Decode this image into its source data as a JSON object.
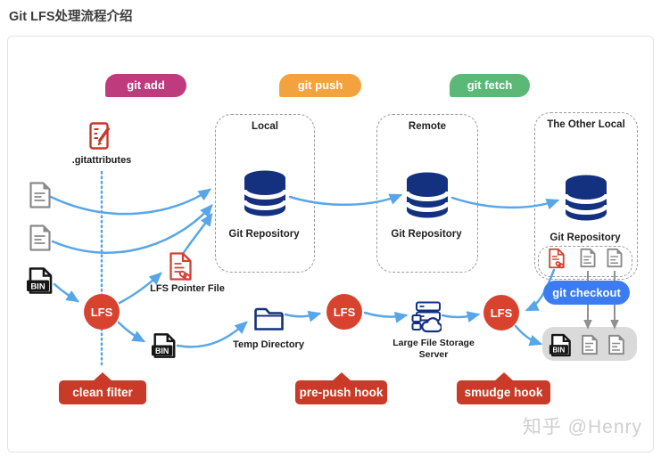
{
  "header": {
    "title": "Git LFS处理流程介绍"
  },
  "commands": {
    "add": "git add",
    "push": "git push",
    "fetch": "git fetch",
    "checkout": "git checkout"
  },
  "zones": [
    {
      "name": "Local",
      "repo_label": "Git Repository"
    },
    {
      "name": "Remote",
      "repo_label": "Git Repository"
    },
    {
      "name": "The Other Local",
      "repo_label": "Git Repository"
    }
  ],
  "nodes": {
    "gitattributes_label": ".gitattributes",
    "lfs_badge": "LFS",
    "bin_badge": "BIN",
    "lfs_pointer_file_label": "LFS Pointer File",
    "temp_directory_label": "Temp Directory",
    "lfs_server_label_line1": "Large File Storage",
    "lfs_server_label_line2": "Server"
  },
  "hooks": {
    "clean_filter": "clean filter",
    "pre_push": "pre-push hook",
    "smudge": "smudge hook"
  },
  "watermark": "知乎 @Henry",
  "colors": {
    "git_add_magenta": "#be3b7e",
    "git_push_orange": "#f2a340",
    "git_fetch_green": "#5cb877",
    "git_checkout_blue": "#3d7cf0",
    "arrow_blue": "#58a6e8",
    "database_navy": "#14317f",
    "lfs_red": "#d8432f",
    "hook_red": "#c93a28",
    "pointer_file_red": "#cd4334",
    "gray_box": "#dadada",
    "watermark_gray": "#cfcfcf"
  }
}
